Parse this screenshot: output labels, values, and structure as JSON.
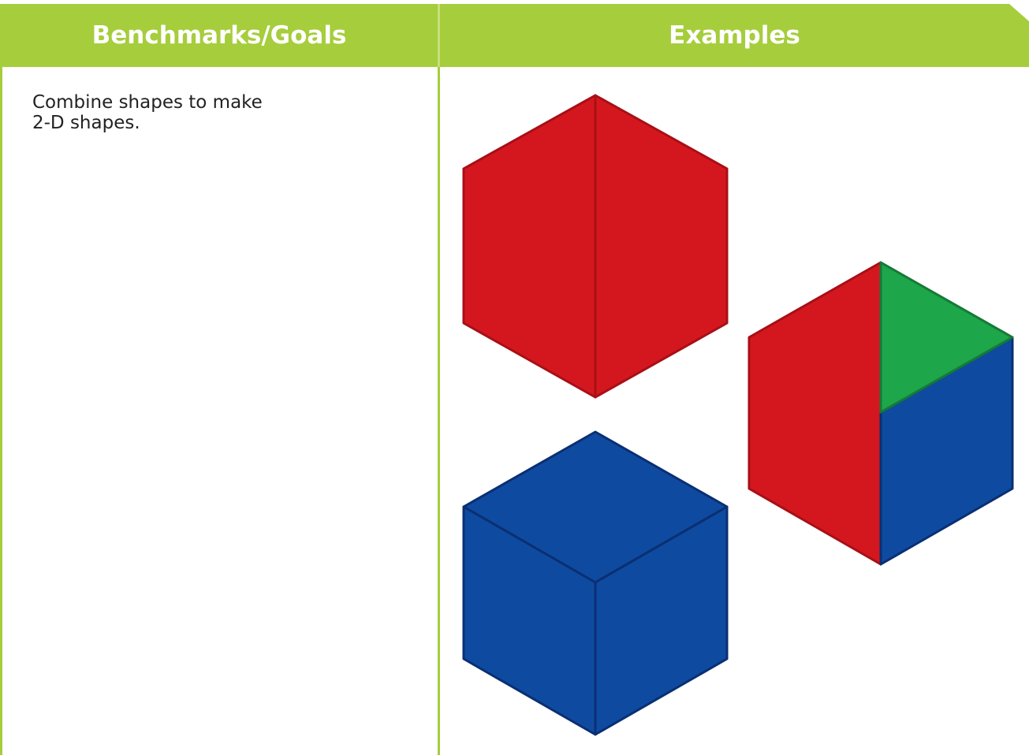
{
  "header": {
    "left_title": "Benchmarks/Goals",
    "right_title": "Examples"
  },
  "goals": {
    "text": "Combine shapes to make\n2-D shapes."
  },
  "colors": {
    "header_green": "#a6cd3c",
    "shape_red": "#d4171e",
    "shape_blue": "#0e4ba0",
    "shape_green": "#1da64a"
  },
  "examples": {
    "items": [
      {
        "shape": "hexagon",
        "made_from": [
          "trapezoid",
          "trapezoid"
        ],
        "colors": [
          "red",
          "red"
        ]
      },
      {
        "shape": "hexagon",
        "made_from": [
          "trapezoid",
          "triangle",
          "rhombus"
        ],
        "colors": [
          "red",
          "green",
          "blue"
        ]
      },
      {
        "shape": "hexagon",
        "made_from": [
          "rhombus",
          "rhombus",
          "rhombus"
        ],
        "colors": [
          "blue",
          "blue",
          "blue"
        ]
      }
    ]
  }
}
